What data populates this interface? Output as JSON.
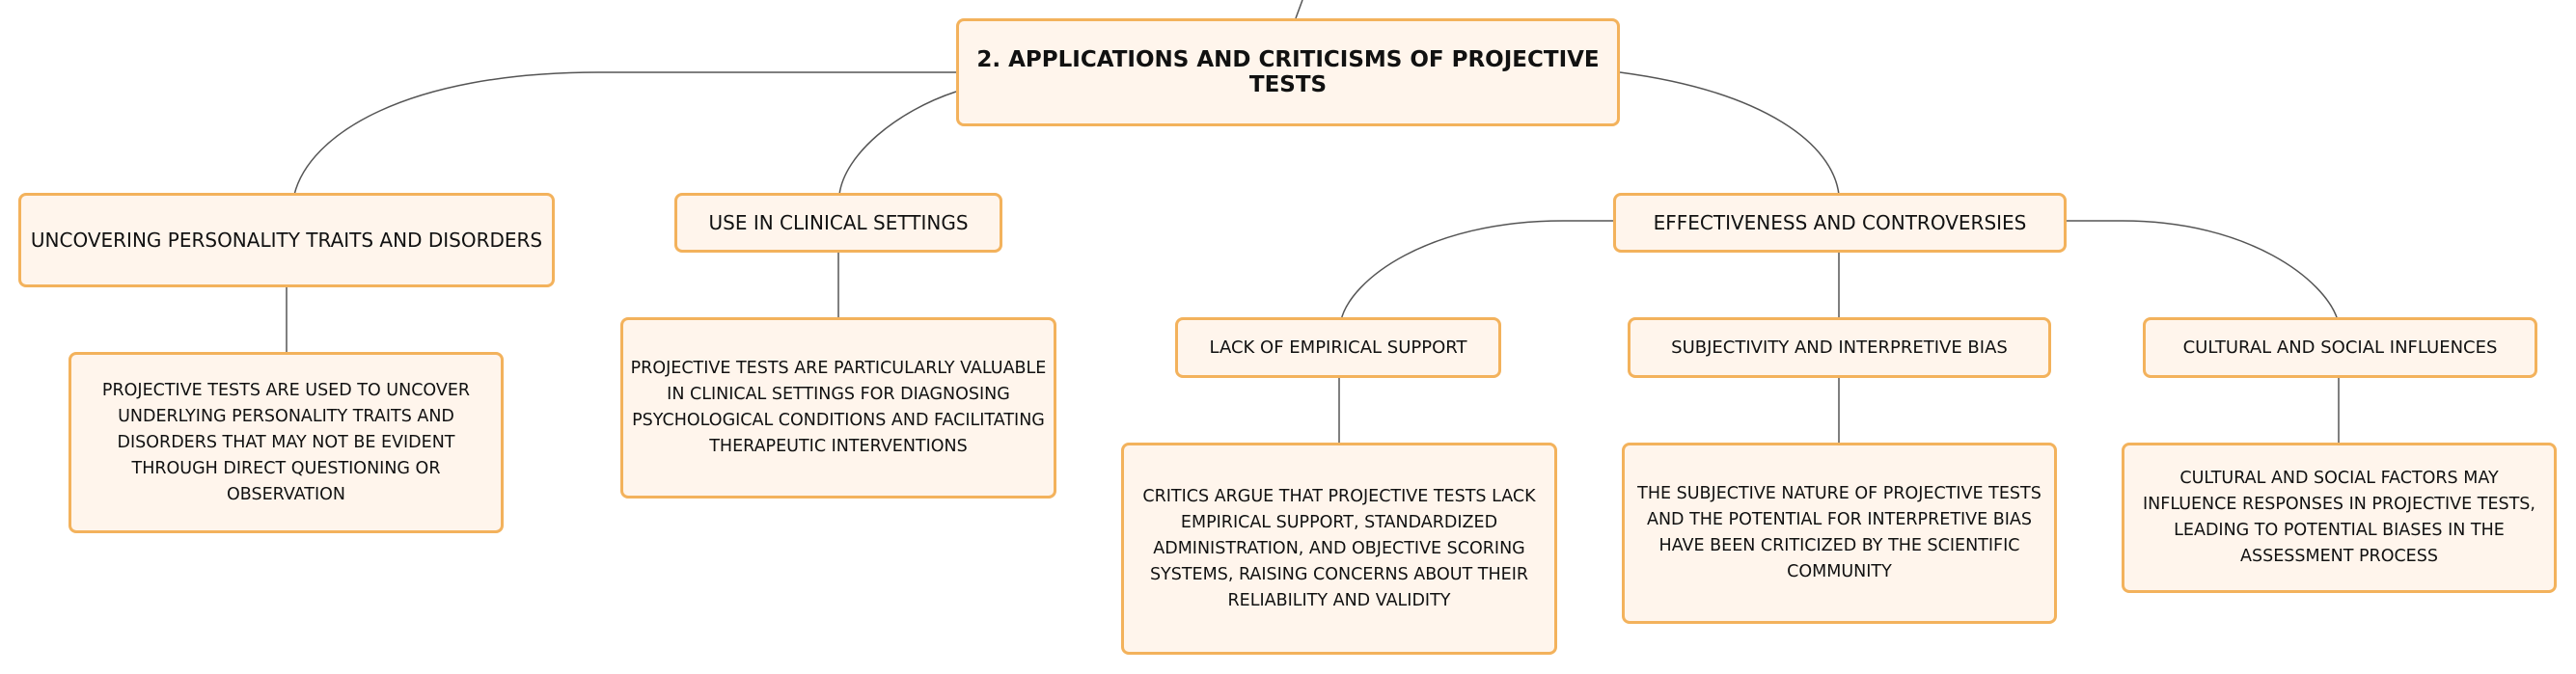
{
  "root": {
    "label": "2. APPLICATIONS AND CRITICISMS OF PROJECTIVE TESTS"
  },
  "branches": {
    "personality": {
      "label": "UNCOVERING PERSONALITY TRAITS AND DISORDERS",
      "detail": "PROJECTIVE TESTS ARE USED TO UNCOVER UNDERLYING PERSONALITY TRAITS AND DISORDERS THAT MAY NOT BE EVIDENT THROUGH DIRECT QUESTIONING OR OBSERVATION"
    },
    "clinical": {
      "label": "USE IN CLINICAL SETTINGS",
      "detail": "PROJECTIVE TESTS ARE PARTICULARLY VALUABLE IN CLINICAL SETTINGS FOR DIAGNOSING PSYCHOLOGICAL CONDITIONS AND FACILITATING THERAPEUTIC INTERVENTIONS"
    },
    "effectiveness": {
      "label": "EFFECTIVENESS AND CONTROVERSIES",
      "children": {
        "empirical": {
          "label": "LACK OF EMPIRICAL SUPPORT",
          "detail": "CRITICS ARGUE THAT PROJECTIVE TESTS LACK EMPIRICAL SUPPORT, STANDARDIZED ADMINISTRATION, AND OBJECTIVE SCORING SYSTEMS, RAISING CONCERNS ABOUT THEIR RELIABILITY AND VALIDITY"
        },
        "subjectivity": {
          "label": "SUBJECTIVITY AND INTERPRETIVE BIAS",
          "detail": "THE SUBJECTIVE NATURE OF PROJECTIVE TESTS AND THE POTENTIAL FOR INTERPRETIVE BIAS HAVE BEEN CRITICIZED BY THE SCIENTIFIC COMMUNITY"
        },
        "cultural": {
          "label": "CULTURAL AND SOCIAL INFLUENCES",
          "detail": "CULTURAL AND SOCIAL FACTORS MAY INFLUENCE RESPONSES IN PROJECTIVE TESTS, LEADING TO POTENTIAL BIASES IN THE ASSESSMENT PROCESS"
        }
      }
    }
  }
}
